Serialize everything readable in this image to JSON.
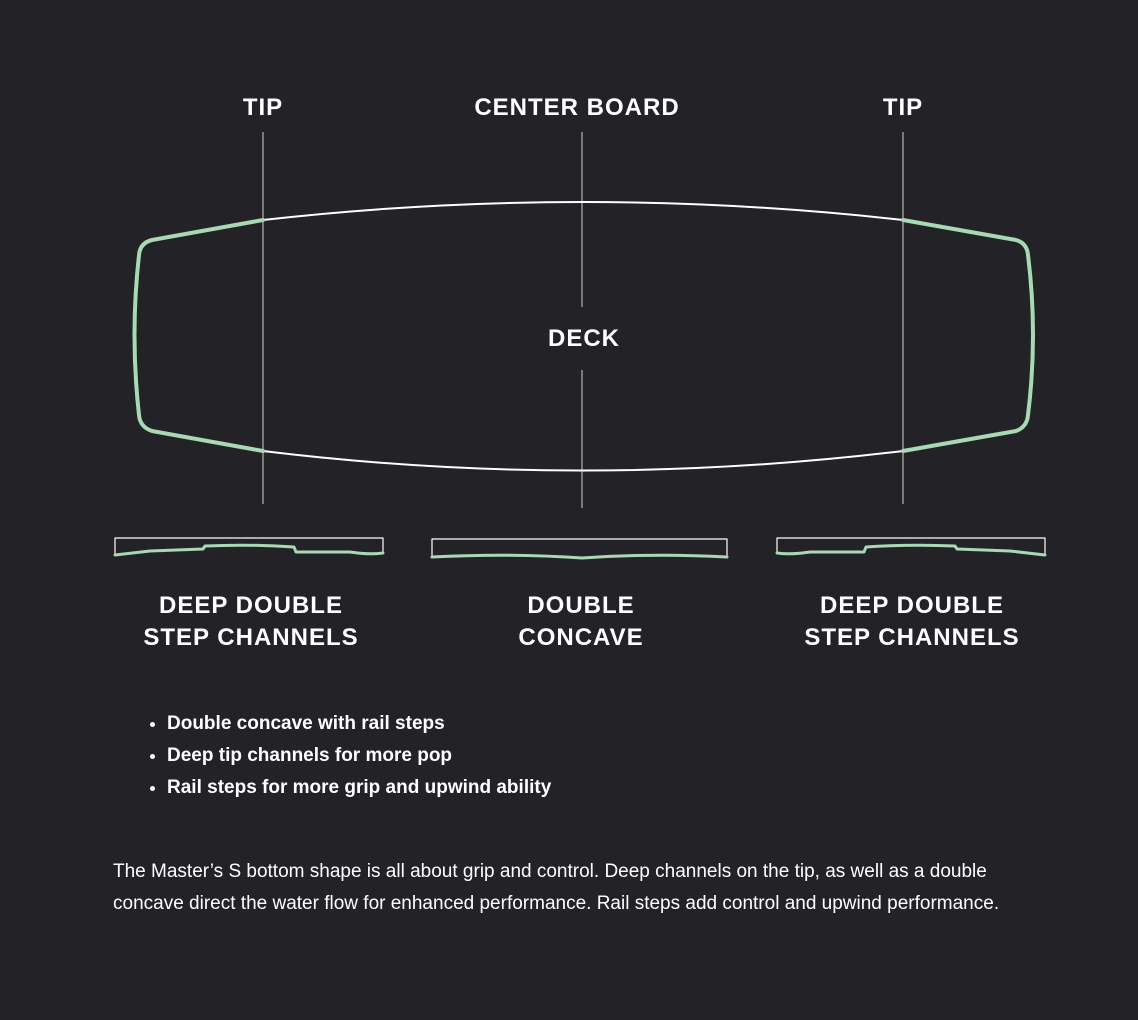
{
  "diagram": {
    "top_labels": {
      "left": "TIP",
      "center": "CENTER BOARD",
      "right": "TIP"
    },
    "deck_label": "DECK",
    "bottom_labels": {
      "left": [
        "DEEP DOUBLE",
        "STEP CHANNELS"
      ],
      "center": [
        "DOUBLE",
        "CONCAVE"
      ],
      "right": [
        "DEEP DOUBLE",
        "STEP CHANNELS"
      ]
    },
    "colors": {
      "background": "#232327",
      "outline": "#ffffff",
      "accent": "#a8d8b4"
    }
  },
  "features": [
    "Double concave with rail steps",
    "Deep tip channels for more pop",
    "Rail steps for more grip and upwind ability"
  ],
  "description": "The Master’s S bottom shape is all about grip and control. Deep channels on the tip, as well as a double concave direct the water flow for enhanced performance. Rail steps add control and upwind performance."
}
